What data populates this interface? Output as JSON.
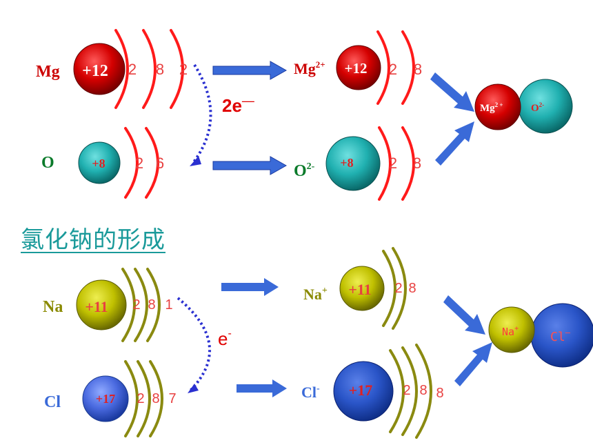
{
  "title": "氯化钠的形成",
  "colors": {
    "mg": "#cc0000",
    "o": "#1a9a9a",
    "na": "#8a8a00",
    "cl": "#3a6ad8",
    "shell_red": "#ff1a1a",
    "shell_olive": "#8a8a10",
    "electron_red": "#e84040",
    "arrow_blue": "#3a6ad8",
    "dotted_blue": "#2a30d0"
  },
  "mgo": {
    "mg_label": "Mg",
    "mg_nucleus": "+12",
    "mg_shells": [
      "2",
      "8",
      "2"
    ],
    "o_label": "O",
    "o_nucleus": "+8",
    "o_shells": [
      "2",
      "6"
    ],
    "transfer": "2e",
    "transfer_sup": "—",
    "mg_ion_label": "Mg",
    "mg_ion_sup": "2+",
    "mg_ion_nucleus": "+12",
    "mg_ion_shells": [
      "2",
      "8"
    ],
    "o_ion_label": "O",
    "o_ion_sup": "2-",
    "o_ion_nucleus": "+8",
    "o_ion_shells": [
      "2",
      "8"
    ],
    "product_mg": "Mg",
    "product_mg_sup": "2 +",
    "product_o": "O",
    "product_o_sup": "2-"
  },
  "nacl": {
    "na_label": "Na",
    "na_nucleus": "+11",
    "na_shells": [
      "2",
      "8",
      "1"
    ],
    "cl_label": "Cl",
    "cl_nucleus": "+17",
    "cl_shells": [
      "2",
      "8",
      "7"
    ],
    "transfer": "e",
    "transfer_sup": "-",
    "na_ion_label": "Na",
    "na_ion_sup": "+",
    "na_ion_nucleus": "+11",
    "na_ion_shells": [
      "2",
      "8"
    ],
    "cl_ion_label": "Cl",
    "cl_ion_sup": "-",
    "cl_ion_nucleus": "+17",
    "cl_ion_shells": [
      "2",
      "8",
      "8"
    ],
    "product_na": "Na",
    "product_na_sup": "+",
    "product_cl": "Cl",
    "product_cl_sup": "—"
  }
}
